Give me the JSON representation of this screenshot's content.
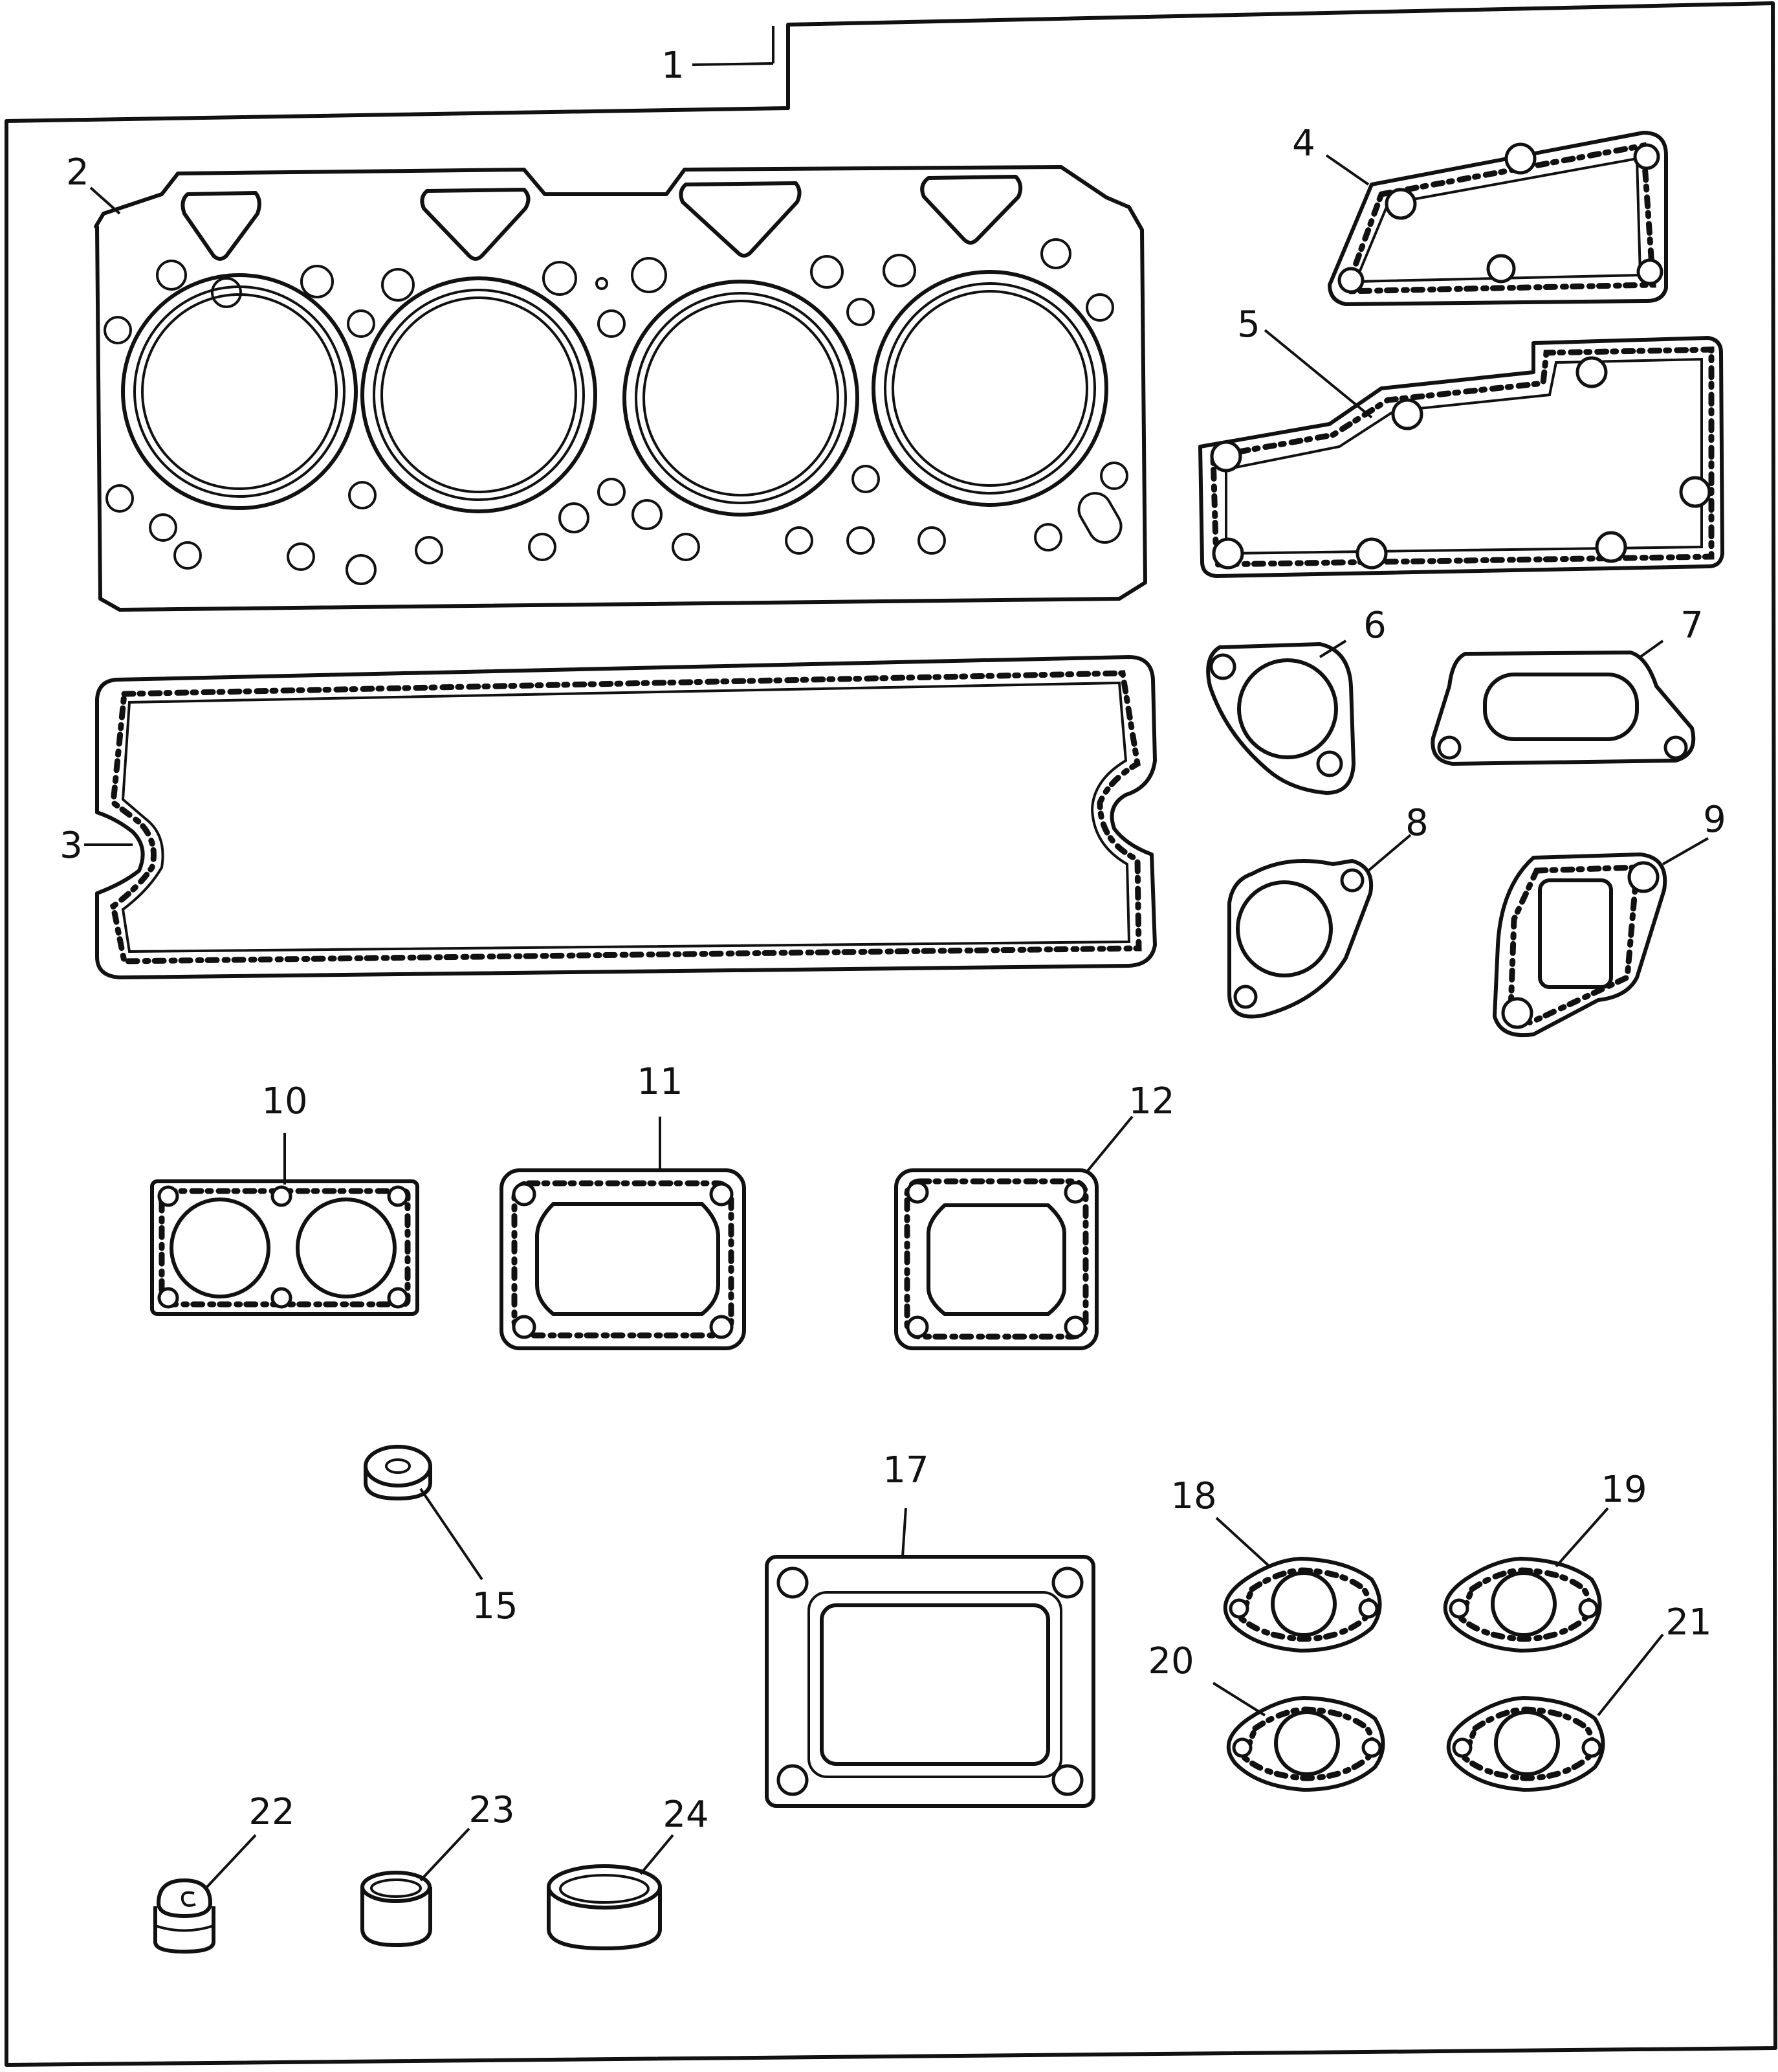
{
  "callouts": {
    "c1": "1",
    "c2": "2",
    "c3": "3",
    "c4": "4",
    "c5": "5",
    "c6": "6",
    "c7": "7",
    "c8": "8",
    "c9": "9",
    "c10": "10",
    "c11": "11",
    "c12": "12",
    "c15": "15",
    "c17": "17",
    "c18": "18",
    "c19": "19",
    "c20": "20",
    "c21": "21",
    "c22": "22",
    "c23": "23",
    "c24": "24"
  }
}
